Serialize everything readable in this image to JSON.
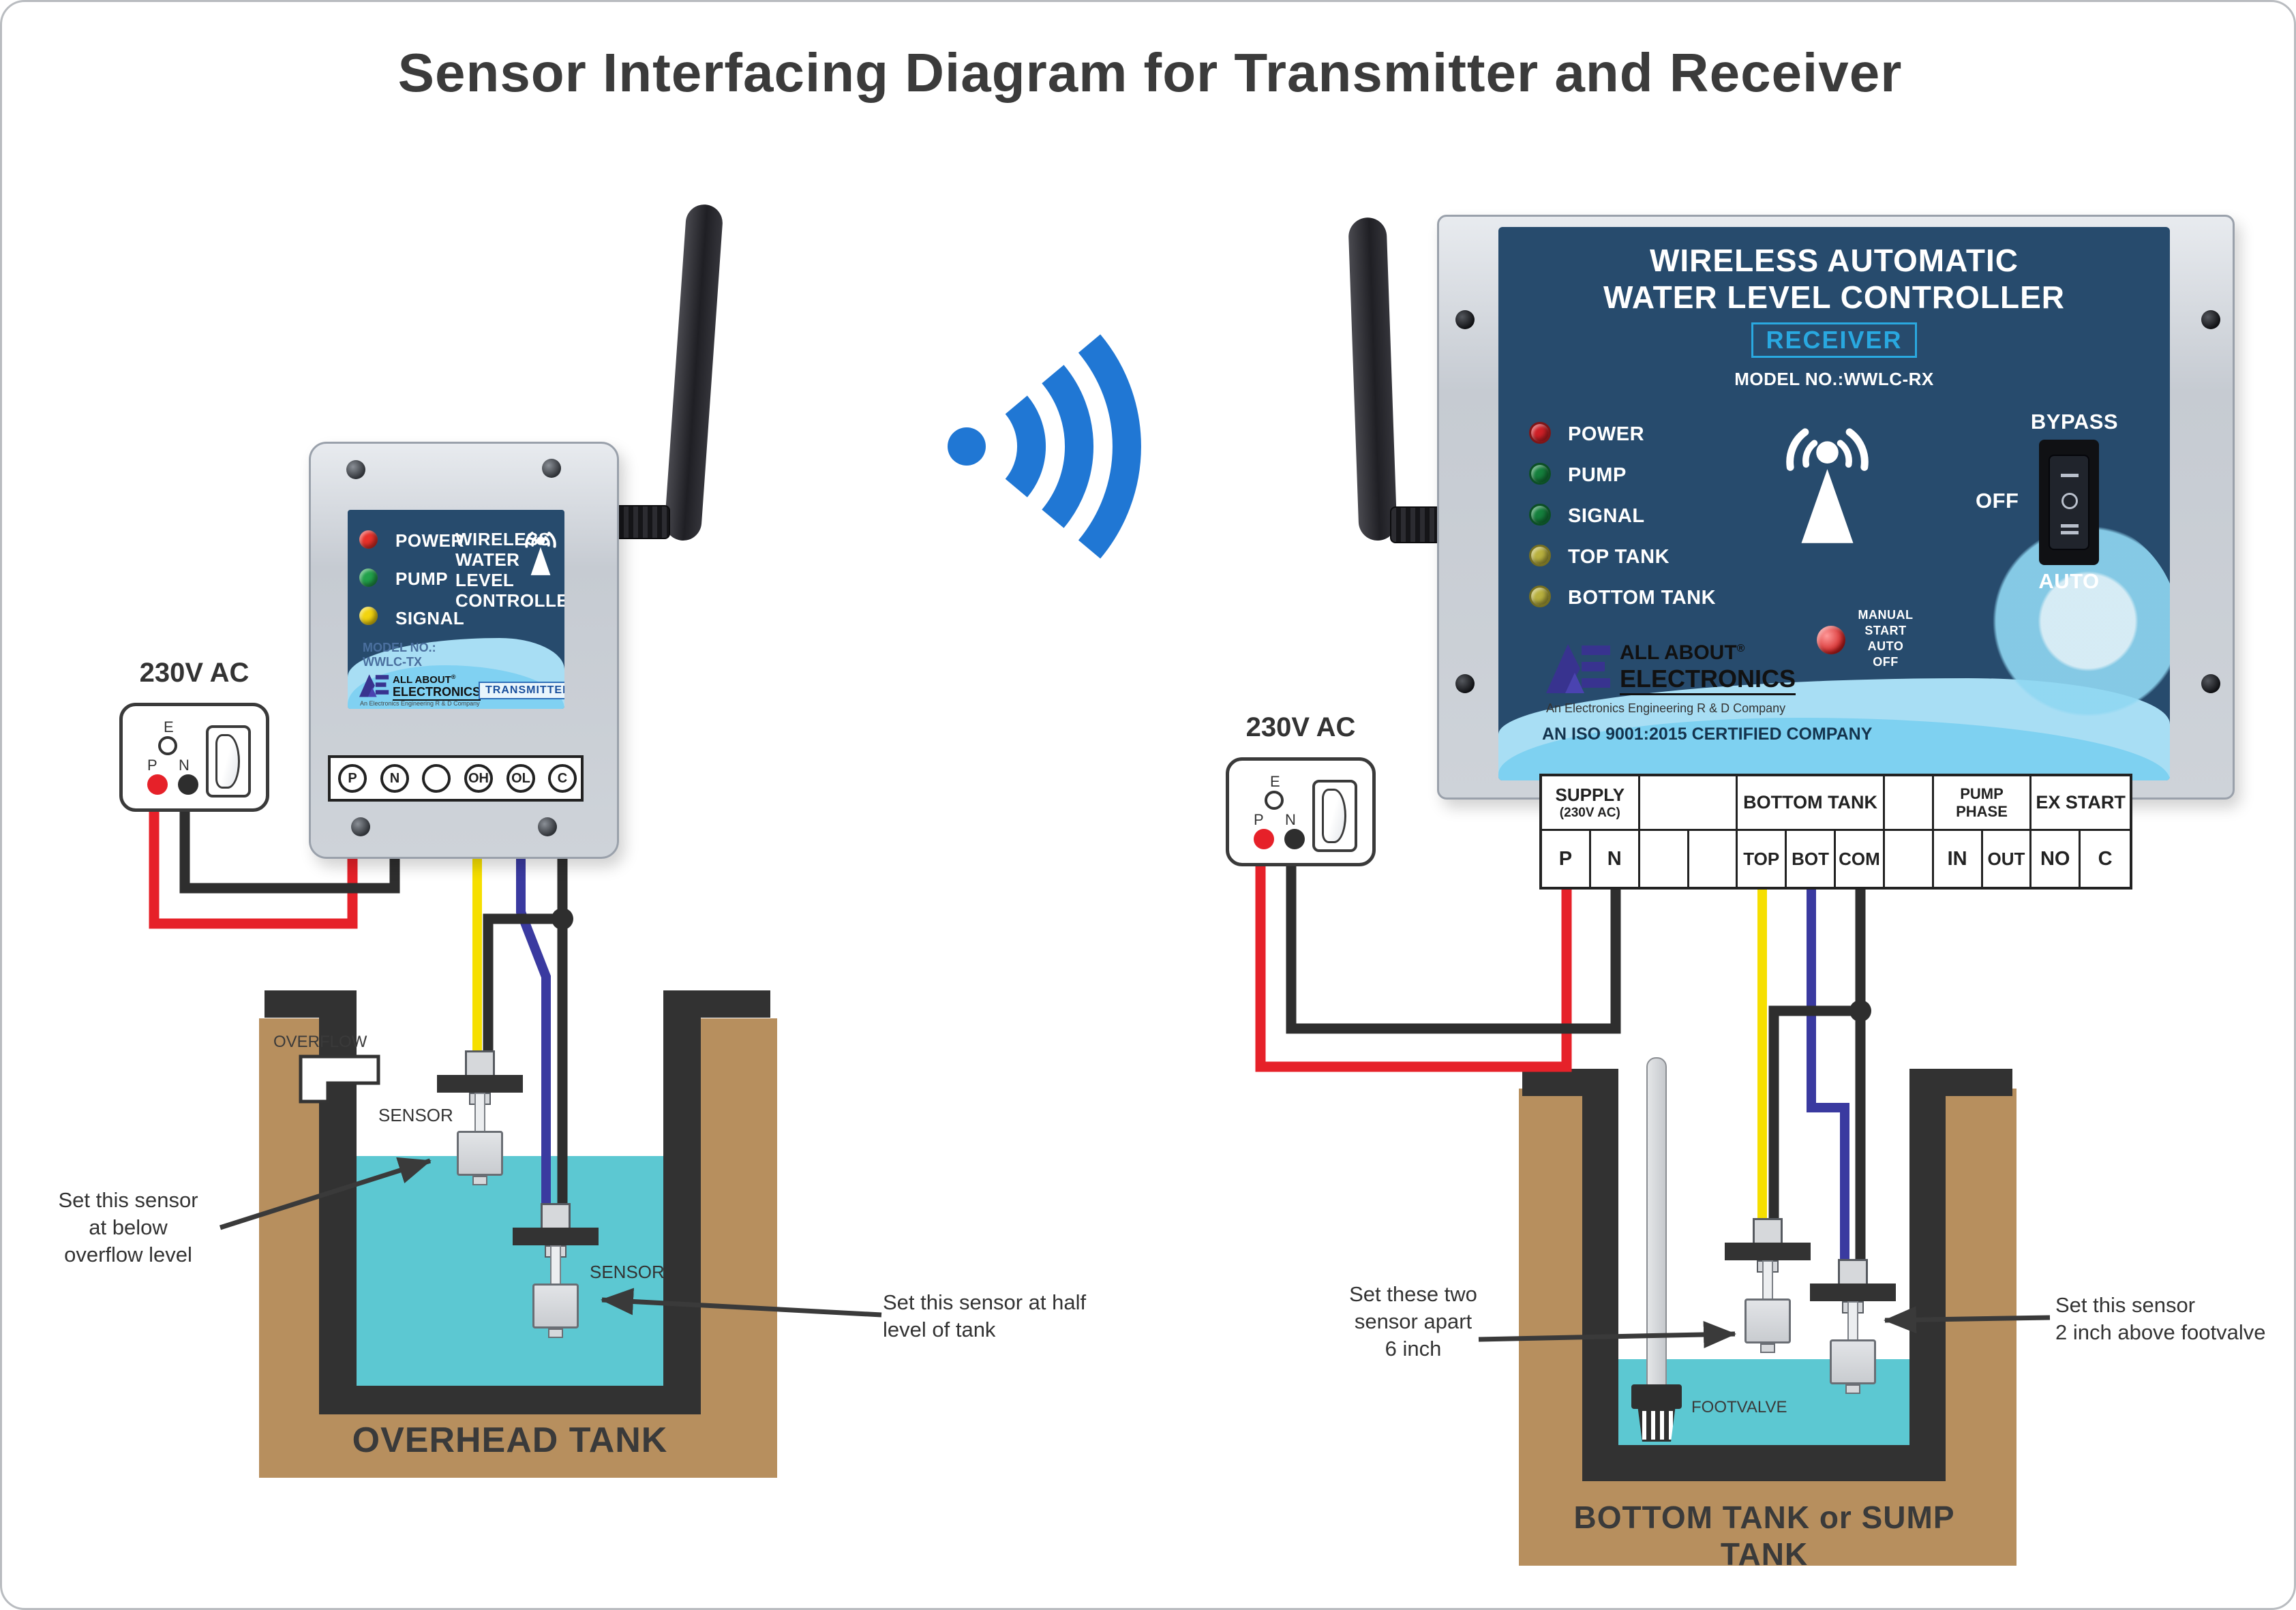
{
  "title": "Sensor Interfacing Diagram for Transmitter and Receiver",
  "brand": {
    "mark": "AE",
    "line1": "ALL ABOUT",
    "reg": "®",
    "line2": "ELECTRONICS",
    "tagline": "An Electronics Engineering R & D Company",
    "iso": "AN ISO 9001:2015 CERTIFIED COMPANY"
  },
  "transmitter": {
    "brand_lines": [
      "WIRELESS",
      "WATER",
      "LEVEL",
      "CONTROLLER"
    ],
    "leds": [
      {
        "label": "POWER",
        "color": "#e8312a"
      },
      {
        "label": "PUMP",
        "color": "#22a14b"
      },
      {
        "label": "SIGNAL",
        "color": "#f2d410"
      }
    ],
    "model_label": "MODEL NO.:",
    "model_value": "WWLC-TX",
    "badge": "TRANSMITTER",
    "terminals": [
      "P",
      "N",
      "",
      "OH",
      "OL",
      "C"
    ]
  },
  "receiver": {
    "title_line1": "WIRELESS AUTOMATIC",
    "title_line2": "WATER LEVEL CONTROLLER",
    "badge": "RECEIVER",
    "model": "MODEL NO.:WWLC-RX",
    "leds": [
      {
        "label": "POWER",
        "color": "#cf2027"
      },
      {
        "label": "PUMP",
        "color": "#15803d"
      },
      {
        "label": "SIGNAL",
        "color": "#15803d"
      },
      {
        "label": "TOP TANK",
        "color": "#b9b13f"
      },
      {
        "label": "BOTTOM TANK",
        "color": "#b9b13f"
      }
    ],
    "bypass_label": "BYPASS",
    "off_label": "OFF",
    "auto_label": "AUTO",
    "manual_lines": "MANUAL\nSTART\nAUTO\nOFF",
    "terminal_groups": [
      {
        "label": "SUPPLY",
        "sub": "(230V AC)"
      },
      {
        "label": "",
        "sub": ""
      },
      {
        "label": "BOTTOM TANK",
        "sub": ""
      },
      {
        "label": "",
        "sub": ""
      },
      {
        "label": "PUMP",
        "sub": "PHASE"
      },
      {
        "label": "EX START",
        "sub": ""
      }
    ],
    "terminals": [
      "P",
      "N",
      "",
      "",
      "TOP",
      "BOT",
      "COM",
      "",
      "IN",
      "OUT",
      "NO",
      "C"
    ]
  },
  "power": {
    "label": "230V AC",
    "earth": "E",
    "phase": "P",
    "neutral": "N"
  },
  "tanks": {
    "overhead": {
      "caption": "OVERHEAD TANK",
      "overflow": "OVERFLOW",
      "sensor": "SENSOR"
    },
    "bottom": {
      "caption": "BOTTOM TANK or SUMP TANK",
      "footvalve": "FOOTVALVE"
    }
  },
  "annotations": {
    "below_overflow": "Set this sensor\nat below\noverflow level",
    "half_level": "Set this sensor at half\nlevel of tank",
    "six_inch": "Set these two\nsensor apart\n6 inch",
    "above_footvalve": "Set this sensor\n2 inch above footvalve"
  },
  "colors": {
    "wire_phase": "#e62129",
    "wire_neutral": "#2e2e2e",
    "wire_top_sensor": "#f6df00",
    "wire_bottom_sensor": "#3a3aa0",
    "water": "#5cc8d2",
    "ground": "#b78f5e",
    "panel_navy": "#274b6d",
    "wifi_blue": "#2077d4",
    "receiver_badge_blue": "#29a8e0",
    "transmitter_badge_blue": "#1a4f9c",
    "logo_purple": "#38338f"
  }
}
